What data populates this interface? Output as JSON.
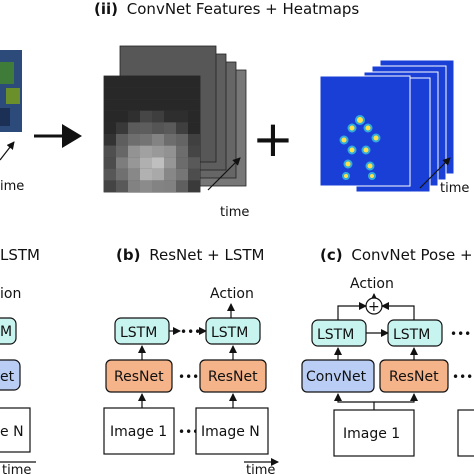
{
  "top_section": {
    "title_prefix": "(ii)",
    "title_rest": "ConvNet Features + Heatmaps",
    "left_time": "ime",
    "features_time": "time",
    "heatmaps_time": "time",
    "plus": "+"
  },
  "panel_a": {
    "title_rest": "LSTM",
    "action": "ion",
    "lstm": "M",
    "net": "et",
    "image": "e N",
    "time": "time"
  },
  "panel_b": {
    "title_prefix": "(b)",
    "title_rest": "ResNet + LSTM",
    "action": "Action",
    "lstm_1": "LSTM",
    "lstm_2": "LSTM",
    "resnet_1": "ResNet",
    "resnet_2": "ResNet",
    "image_1": "Image 1",
    "image_n": "Image N",
    "dots_lstm": "•••",
    "dots_resnet": "•••",
    "dots_image": "•••",
    "time": "time"
  },
  "panel_c": {
    "title_prefix": "(c)",
    "title_rest": "ConvNet Pose + R",
    "action": "Action",
    "sum": "+",
    "lstm_1": "LSTM",
    "lstm_2": "LSTM",
    "convnet": "ConvNet",
    "resnet": "ResNet",
    "image_1": "Image 1",
    "dots_lstm": "•••",
    "dots_resnet": "•••"
  },
  "colors": {
    "lstm_fill": "#c8f4ef",
    "resnet_fill": "#f5b38a",
    "convnet_fill": "#b9cdf5",
    "heatmap_blue": "#1a3fd6"
  }
}
